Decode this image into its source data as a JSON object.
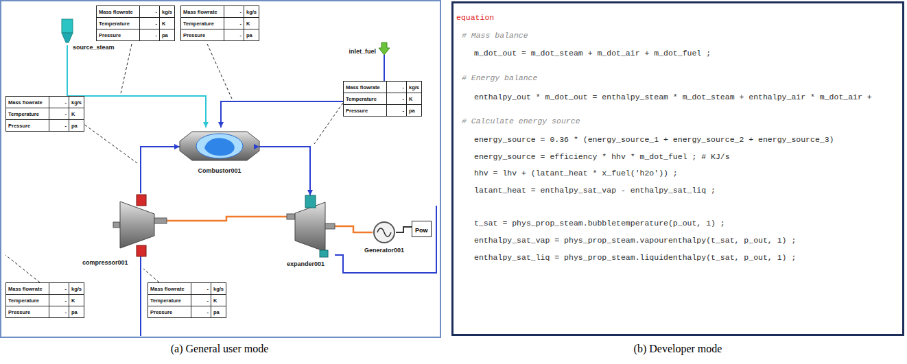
{
  "diagram": {
    "nodes": [
      {
        "text": [
          "Mass flowrate",
          "-",
          "kg/s",
          "Temperature",
          "-",
          "K",
          "Pressure",
          "-",
          "pa"
        ]
      },
      {
        "text": [
          "Mass flowrate",
          "-",
          "kg/s",
          "Temperature",
          "-",
          "K",
          "Pressure",
          "-",
          "pa"
        ]
      },
      {
        "text": [
          "source_steam"
        ]
      },
      {
        "text": [
          "inlet_fuel"
        ]
      },
      {
        "text": [
          "Mass flowrate",
          "-",
          "kg/s",
          "Temperature",
          "-",
          "K",
          "Pressure",
          "-",
          "pa"
        ]
      },
      {
        "text": [
          "Mass flowrate",
          "-",
          "kg/s",
          "Temperature",
          "-",
          "K",
          "Pressure",
          "-",
          "pa"
        ]
      },
      {
        "text": [
          "Combustor001"
        ]
      },
      {
        "text": [
          "compressor001"
        ]
      },
      {
        "text": [
          "expander001"
        ]
      },
      {
        "text": [
          "Generator001"
        ]
      },
      {
        "text": [
          "Pow"
        ]
      },
      {
        "text": [
          "Mass flowrate",
          "-",
          "kg/s",
          "Temperature",
          "-",
          "K",
          "Pressure",
          "-",
          "pa"
        ]
      },
      {
        "text": [
          "Mass flowrate",
          "-",
          "kg/s",
          "Temperature",
          "-",
          "K",
          "Pressure",
          "-",
          "pa"
        ]
      },
      {
        "text": [
          "equation",
          "# Mass balance",
          "m_dot_out = m_dot_steam + m_dot_air + m_dot_fuel ;",
          "# Energy balance",
          "enthalpy_out * m_dot_out = enthalpy_steam * m_dot_steam + enthalpy_air * m_dot_air +",
          "# Calculate energy source",
          "energy_source = 0.36 * (energy_source_1 + energy_source_2 + energy_source_3)",
          "energy_source = efficiency * hhv * m_dot_fuel ; # KJ/s",
          "hhv = lhv + (latant_heat * x_fuel('h2o')) ;",
          "latant_heat = enthalpy_sat_vap - enthalpy_sat_liq ;",
          "t_sat = phys_prop_steam.bubbletemperature(p_out, 1) ;",
          "enthalpy_sat_vap = phys_prop_steam.vapourenthalpy(t_sat, p_out, 1) ;",
          "enthalpy_sat_liq = phys_prop_steam.liquidenthalpy(t_sat, p_out, 1) ;"
        ]
      }
    ],
    "edges": [
      {
        "from": 2,
        "to": 6,
        "arrow": "to"
      },
      {
        "from": 3,
        "to": 6,
        "arrow": "to"
      },
      {
        "from": 7,
        "to": 6,
        "arrow": "to"
      },
      {
        "from": 6,
        "to": 8,
        "arrow": "to"
      },
      {
        "from": 7,
        "to": 8,
        "arrow": "none"
      },
      {
        "from": 8,
        "to": 9,
        "arrow": "none"
      },
      {
        "from": 9,
        "to": 10,
        "arrow": "none"
      }
    ],
    "labels": [
      "(a) General user mode",
      "(b) Developer mode"
    ]
  }
}
